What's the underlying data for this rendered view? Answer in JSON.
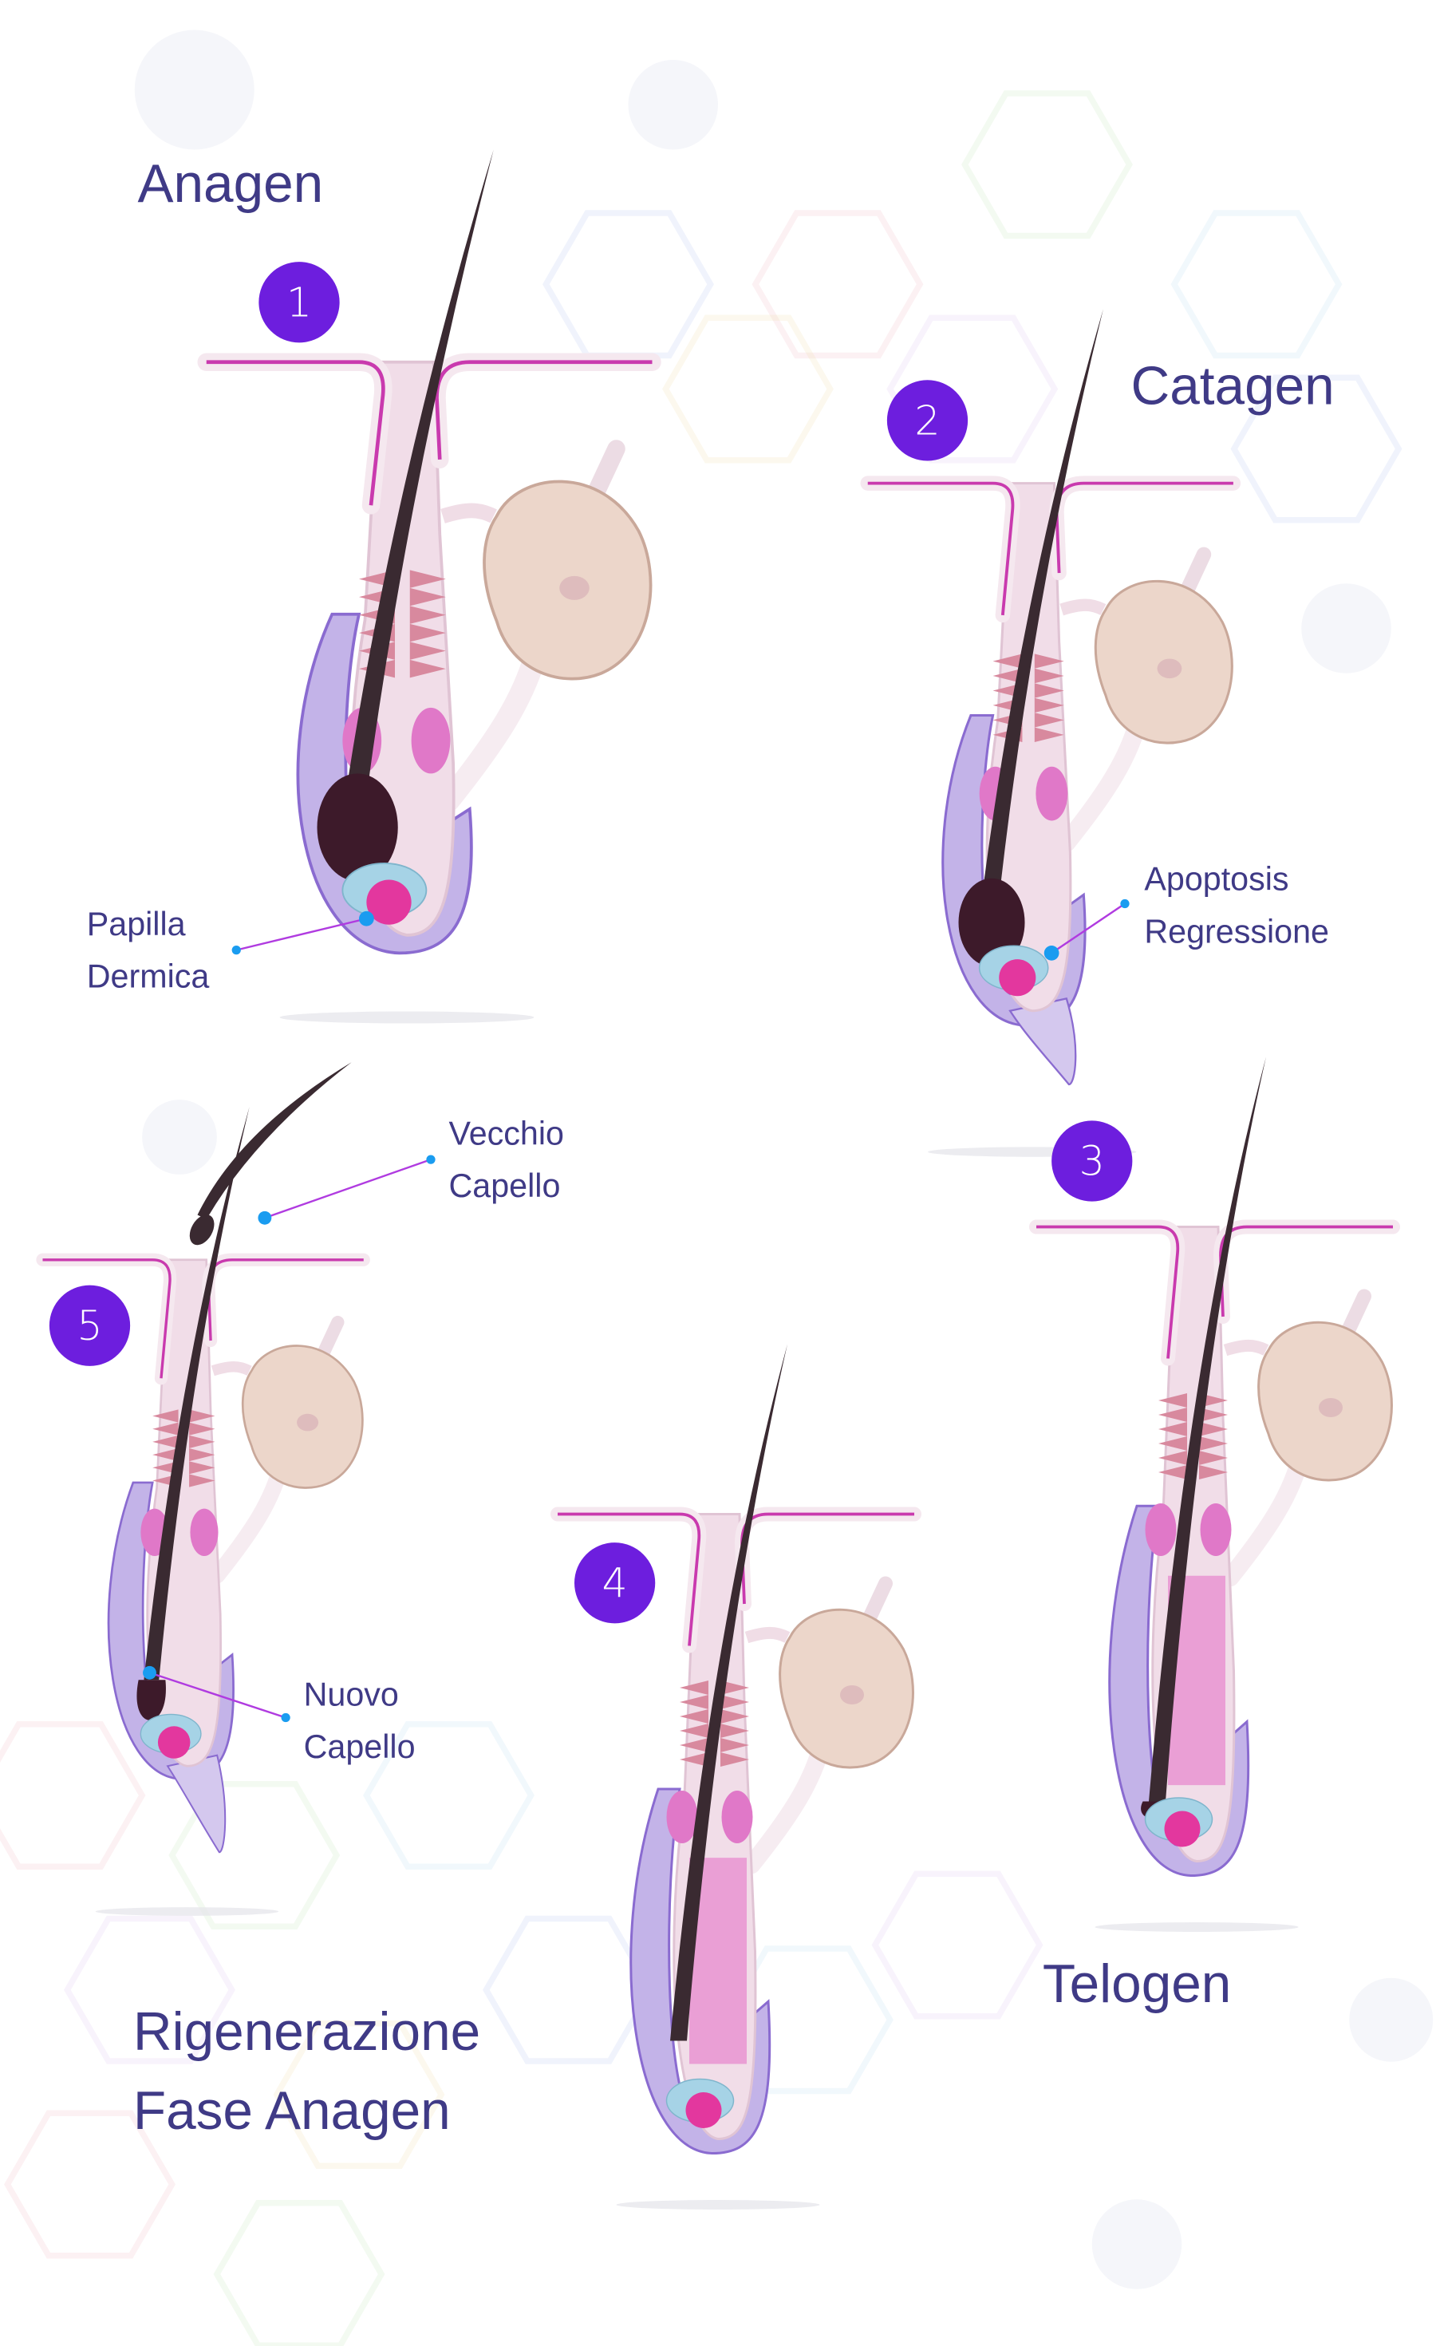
{
  "colors": {
    "text": "#3f3a86",
    "badge": "#6d1ede",
    "pointer_line": "#b03be0",
    "pointer_dot": "#1a9cf0",
    "hair": "#3a2a31",
    "sheath": "#f1dde8",
    "outer_sheath": "#c3b3e8",
    "gland": "#ecd6ca",
    "papilla": "#e3379e",
    "papilla_base": "#a6d3e6"
  },
  "phases": [
    {
      "number": "1",
      "title": "Anagen"
    },
    {
      "number": "2",
      "title": "Catagen"
    },
    {
      "number": "3",
      "title": "Telogen"
    },
    {
      "number": "4"
    },
    {
      "number": "5",
      "title_line1": "Rigenerazione",
      "title_line2": "Fase Anagen"
    }
  ],
  "callouts": {
    "papilla": {
      "line1": "Papilla",
      "line2": "Dermica"
    },
    "apoptosis": {
      "line1": "Apoptosis",
      "line2": "Regressione"
    },
    "old_hair": {
      "line1": "Vecchio",
      "line2": "Capello"
    },
    "new_hair": {
      "line1": "Nuovo",
      "line2": "Capello"
    }
  }
}
